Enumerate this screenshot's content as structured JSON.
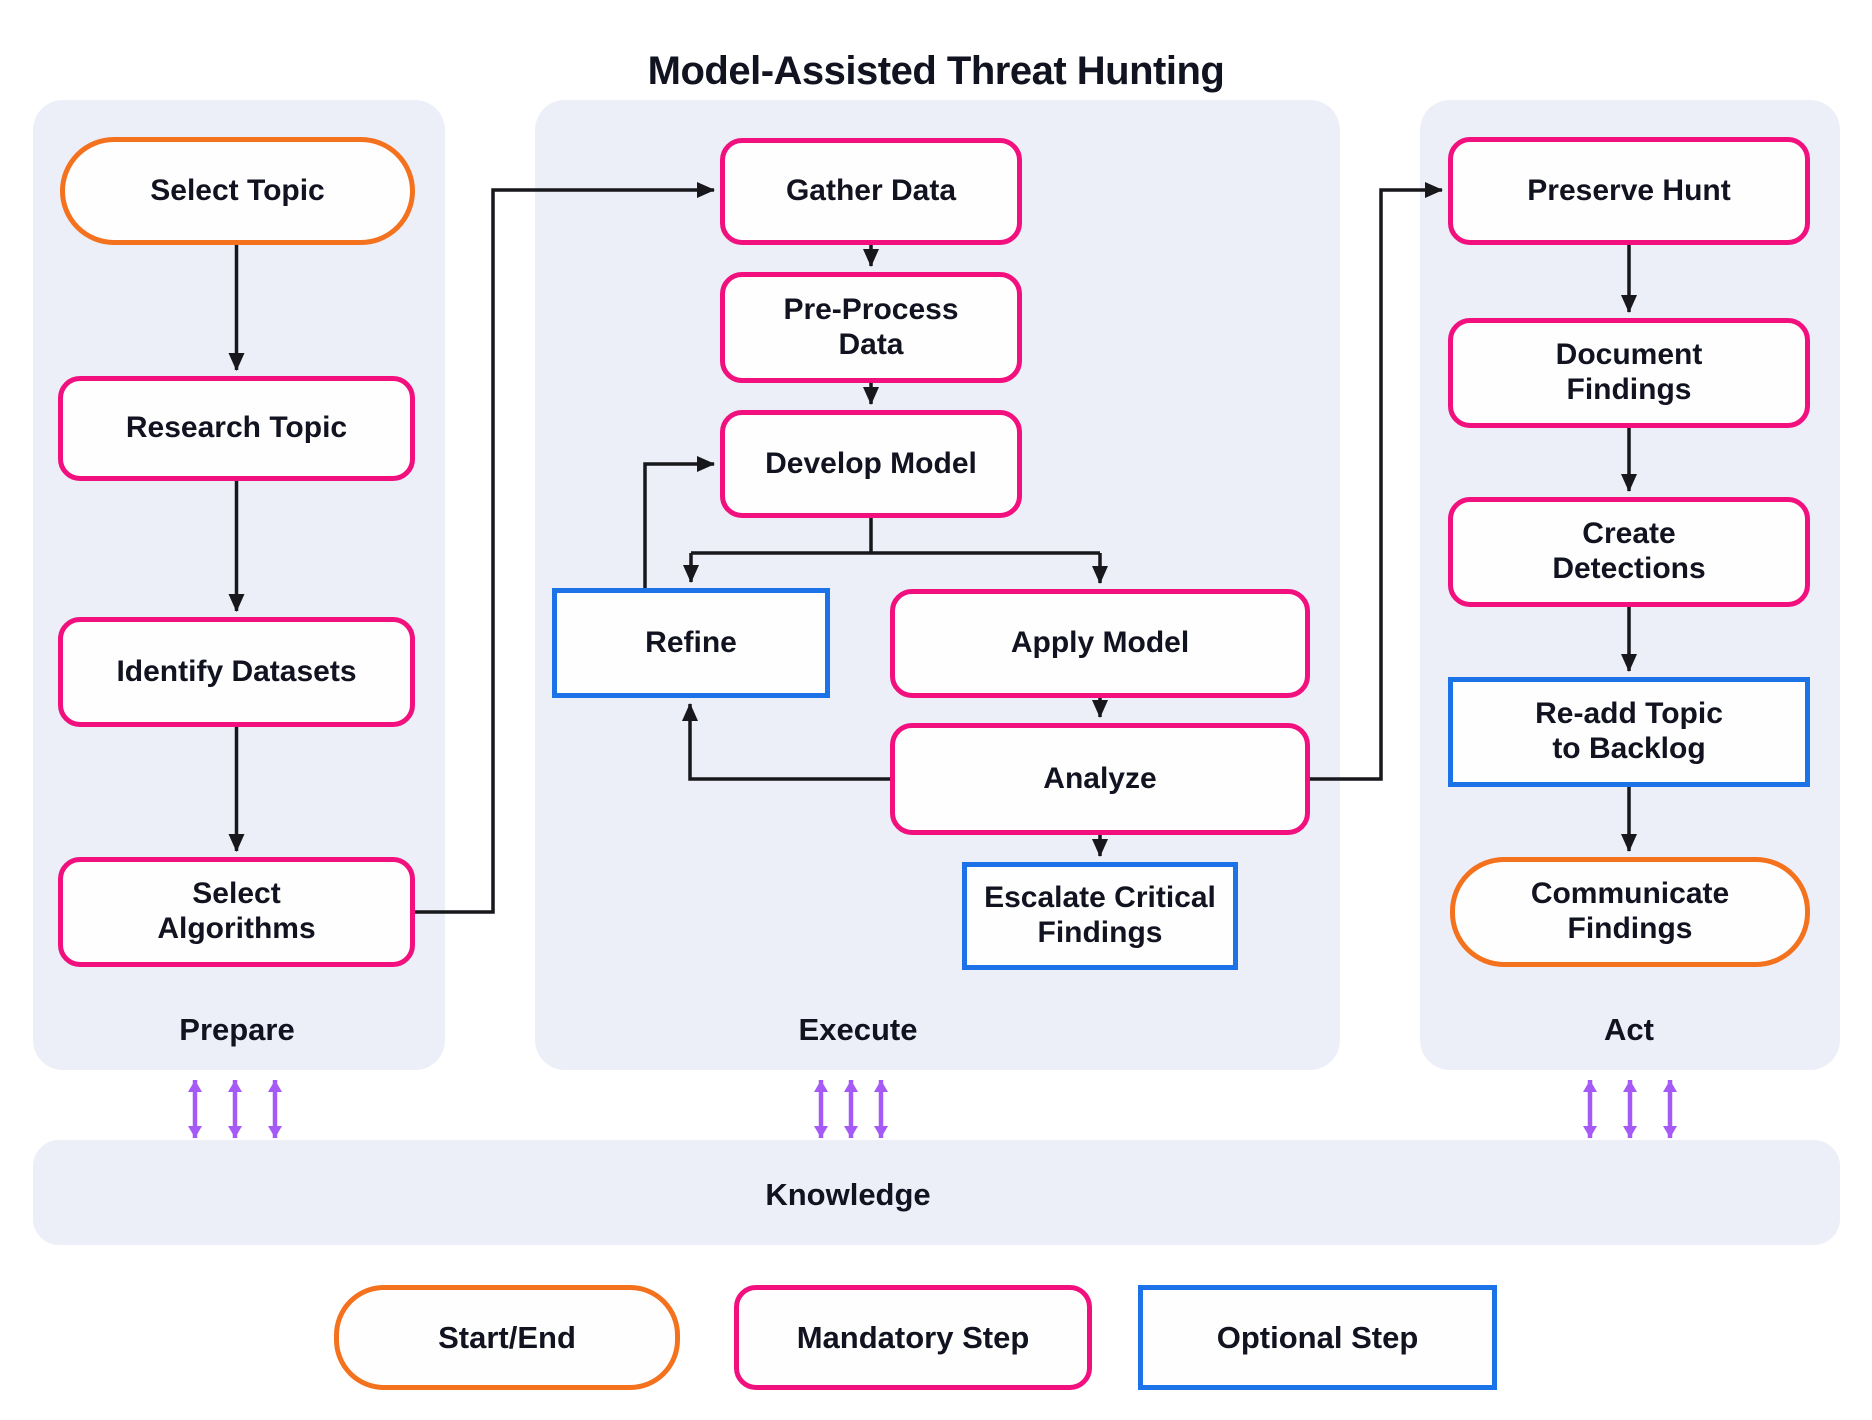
{
  "title": "Model-Assisted Threat Hunting",
  "panels": {
    "prepare": {
      "label": "Prepare"
    },
    "execute": {
      "label": "Execute"
    },
    "act": {
      "label": "Act"
    }
  },
  "nodes": {
    "select_topic": {
      "label": "Select Topic",
      "type": "start-end"
    },
    "research_topic": {
      "label": "Research Topic",
      "type": "mandatory"
    },
    "identify_datasets": {
      "label": "Identify Datasets",
      "type": "mandatory"
    },
    "select_algorithms": {
      "label": "Select\nAlgorithms",
      "type": "mandatory"
    },
    "gather_data": {
      "label": "Gather Data",
      "type": "mandatory"
    },
    "pre_process_data": {
      "label": "Pre-Process\nData",
      "type": "mandatory"
    },
    "develop_model": {
      "label": "Develop Model",
      "type": "mandatory"
    },
    "refine": {
      "label": "Refine",
      "type": "optional"
    },
    "apply_model": {
      "label": "Apply Model",
      "type": "mandatory"
    },
    "analyze": {
      "label": "Analyze",
      "type": "mandatory"
    },
    "escalate_critical_findings": {
      "label": "Escalate Critical\nFindings",
      "type": "optional"
    },
    "preserve_hunt": {
      "label": "Preserve Hunt",
      "type": "mandatory"
    },
    "document_findings": {
      "label": "Document\nFindings",
      "type": "mandatory"
    },
    "create_detections": {
      "label": "Create\nDetections",
      "type": "mandatory"
    },
    "re_add_topic_to_backlog": {
      "label": "Re-add Topic\nto Backlog",
      "type": "optional"
    },
    "communicate_findings": {
      "label": "Communicate\nFindings",
      "type": "start-end"
    }
  },
  "knowledge": {
    "label": "Knowledge"
  },
  "legend": {
    "start_end": {
      "label": "Start/End"
    },
    "mandatory": {
      "label": "Mandatory Step"
    },
    "optional": {
      "label": "Optional Step"
    }
  },
  "colors": {
    "start_end_border": "#F4711D",
    "mandatory_border": "#F1107E",
    "optional_border": "#1C73E8",
    "knowledge_link_arrow": "#A55AF5",
    "flow_arrow": "#17171C",
    "panel_background": "#ECEFF8"
  }
}
